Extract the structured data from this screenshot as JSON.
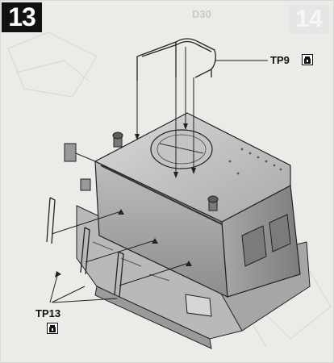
{
  "step": {
    "number": "13"
  },
  "next_step_ghost": {
    "number": "14",
    "code": "D30"
  },
  "callouts": {
    "tp9": {
      "label": "TP9",
      "icon": "glue-bottle-icon"
    },
    "tp13": {
      "label": "TP13",
      "icon": "glue-bottle-icon"
    }
  },
  "colors": {
    "background": "#ecebe8",
    "part_fill": "#cdcdcd",
    "part_dark": "#8f8f8f",
    "line": "#1a1a1a"
  }
}
